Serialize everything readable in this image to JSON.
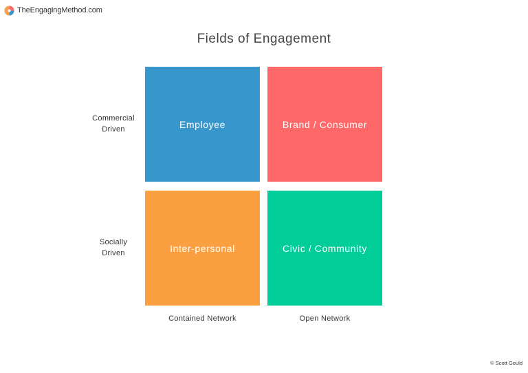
{
  "brand": {
    "name": "TheEngagingMethod.com",
    "logo_icon": "engaging-method-logo-icon",
    "logo_colors": [
      "#f6a04d",
      "#ff6b6b"
    ]
  },
  "diagram": {
    "title": "Fields of Engagement",
    "rows": [
      {
        "label_line1": "Commercial",
        "label_line2": "Driven"
      },
      {
        "label_line1": "Socially",
        "label_line2": "Driven"
      }
    ],
    "columns": [
      "Contained Network",
      "Open Network"
    ],
    "quadrants": [
      {
        "label": "Employee",
        "color": "#3797cc"
      },
      {
        "label": "Brand / Consumer",
        "color": "#ff6868"
      },
      {
        "label": "Inter-personal",
        "color": "#fba041"
      },
      {
        "label": "Civic / Community",
        "color": "#01cd99"
      }
    ]
  },
  "footer": {
    "copyright": "© Scott Gould"
  }
}
